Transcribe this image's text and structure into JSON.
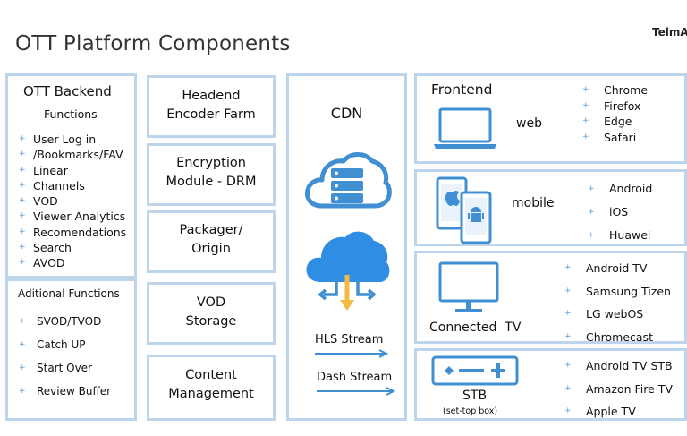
{
  "title": "OTT Platform Components",
  "logo_text": "TelmA",
  "backend": {
    "title": "OTT Backend",
    "subtitle": "Functions",
    "items": [
      "User Log in",
      "/Bookmarks/FAV",
      "Linear",
      "Channels",
      "VOD",
      "Viewer Analytics",
      "Recomendations",
      "Search",
      "AVOD"
    ],
    "additional_title": "Aditional Functions",
    "additional_items": [
      "SVOD/TVOD",
      "Catch UP",
      "Start Over",
      "Review Buffer"
    ]
  },
  "middle": [
    {
      "line1": "Headend",
      "line2": "Encoder Farm"
    },
    {
      "line1": "Encryption",
      "line2": "Module - DRM"
    },
    {
      "line1": "Packager/",
      "line2": "Origin"
    },
    {
      "line1": "VOD",
      "line2": "Storage"
    },
    {
      "line1": "Content",
      "line2": "Management"
    }
  ],
  "cdn": {
    "title": "CDN",
    "hls_label": "HLS Stream",
    "dash_label": "Dash Stream"
  },
  "frontend": {
    "title": "Frontend",
    "web": {
      "label": "web",
      "items": [
        "Chrome",
        "Firefox",
        "Edge",
        "Safari"
      ]
    },
    "mobile": {
      "label": "mobile",
      "items": [
        "Android",
        "iOS",
        "Huawei"
      ]
    },
    "tv": {
      "label": "Connected  TV",
      "items": [
        "Android TV",
        "Samsung Tizen",
        "LG webOS",
        "Chromecast"
      ]
    },
    "stb": {
      "label": "STB",
      "sublabel": "(set-top box)",
      "items": [
        "Android TV STB",
        "Amazon Fire TV",
        "Apple TV"
      ]
    }
  },
  "colors": {
    "border": "#bcd5ea",
    "accent": "#3f8fd2",
    "arrow": "#f4b942"
  }
}
